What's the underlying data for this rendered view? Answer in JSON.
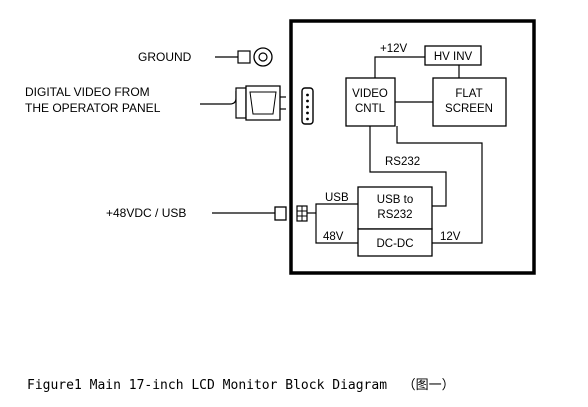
{
  "external": {
    "ground": "GROUND",
    "video_line1": "DIGITAL VIDEO FROM",
    "video_line2": "THE OPERATOR PANEL",
    "power": "+48VDC / USB"
  },
  "blocks": {
    "hv_inv": "HV INV",
    "video_cntl_1": "VIDEO",
    "video_cntl_2": "CNTL",
    "flat_screen_1": "FLAT",
    "flat_screen_2": "SCREEN",
    "usb_rs232_1": "USB to",
    "usb_rs232_2": "RS232",
    "dcdc": "DC-DC"
  },
  "signals": {
    "plus12v": "+12V",
    "rs232": "RS232",
    "usb": "USB",
    "v48": "48V",
    "v12": "12V"
  },
  "caption": "Figure1 Main 17-inch LCD Monitor Block Diagram  （图一）"
}
